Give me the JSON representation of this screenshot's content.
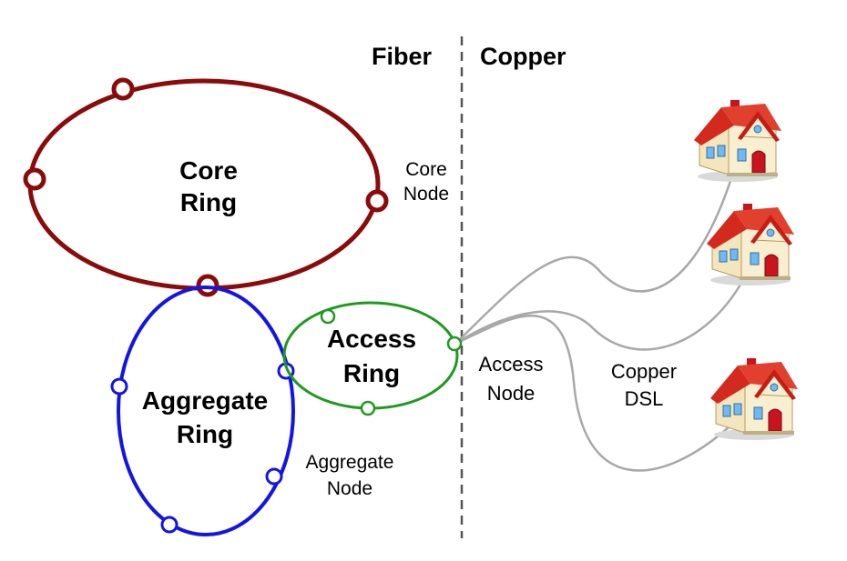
{
  "headers": {
    "fiber": "Fiber",
    "copper": "Copper"
  },
  "rings": {
    "core": {
      "line1": "Core",
      "line2": "Ring",
      "color": "#8b0a0a"
    },
    "aggregate": {
      "line1": "Aggregate",
      "line2": "Ring",
      "color": "#1414e6"
    },
    "access": {
      "line1": "Access",
      "line2": "Ring",
      "color": "#1e9a1e"
    }
  },
  "node_labels": {
    "core": {
      "line1": "Core",
      "line2": "Node"
    },
    "aggregate": {
      "line1": "Aggregate",
      "line2": "Node"
    },
    "access": {
      "line1": "Access",
      "line2": "Node"
    }
  },
  "link_label": {
    "line1": "Copper",
    "line2": "DSL"
  },
  "colors": {
    "divider": "#555555",
    "copper_line": "#a8a8a8",
    "house_wall": "#f6ecc8",
    "house_roof": "#d42a1e",
    "house_window": "#6fb9f0",
    "house_door": "#c8141e"
  },
  "icons": [
    "house-icon",
    "house-icon",
    "house-icon"
  ]
}
